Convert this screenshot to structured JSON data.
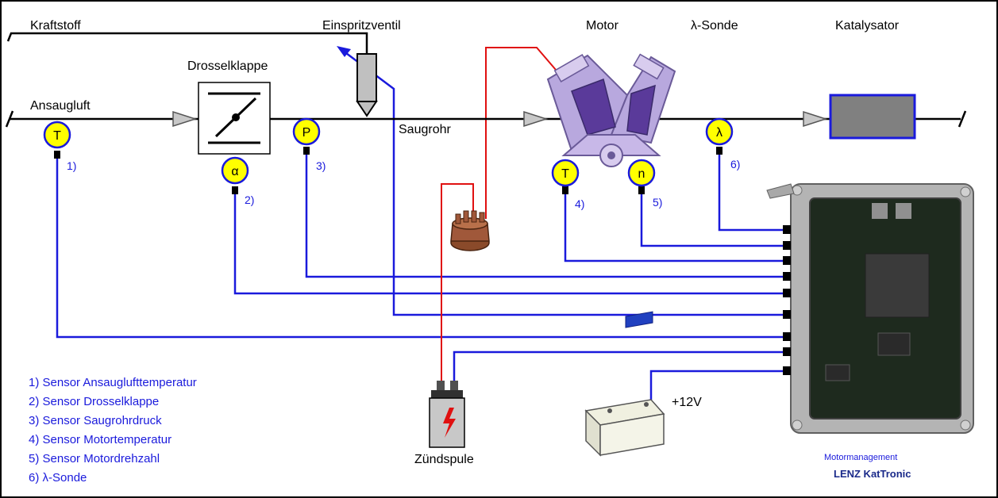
{
  "labels": {
    "kraftstoff": "Kraftstoff",
    "einspritzventil": "Einspritzventil",
    "motor": "Motor",
    "lambda_sonde": "λ-Sonde",
    "katalysator": "Katalysator",
    "drosselklappe": "Drosselklappe",
    "ansaugluft": "Ansaugluft",
    "saugrohr": "Saugrohr",
    "zuendspule": "Zündspule",
    "plus12v": "+12V",
    "motormanagement": "Motormanagement",
    "brand": "LENZ KatTronic"
  },
  "sensors": {
    "s1": {
      "symbol": "T",
      "num": "1)"
    },
    "s2": {
      "symbol": "α",
      "num": "2)"
    },
    "s3": {
      "symbol": "P",
      "num": "3)"
    },
    "s4": {
      "symbol": "T",
      "num": "4)"
    },
    "s5": {
      "symbol": "n",
      "num": "5)"
    },
    "s6": {
      "symbol": "λ",
      "num": "6)"
    }
  },
  "legend": [
    "1) Sensor Ansauglufttemperatur",
    "2) Sensor Drosselklappe",
    "3) Sensor Saugrohrdruck",
    "4) Sensor Motortemperatur",
    "5) Sensor Motordrehzahl",
    "6) λ-Sonde"
  ],
  "colors": {
    "sensor_fill": "#ffff00",
    "signal_wire": "#1a1adc",
    "ignition_wire": "#e01010",
    "katalysator_fill": "#808080",
    "katalysator_border": "#1a1adc",
    "engine": "#9e8cc8"
  }
}
